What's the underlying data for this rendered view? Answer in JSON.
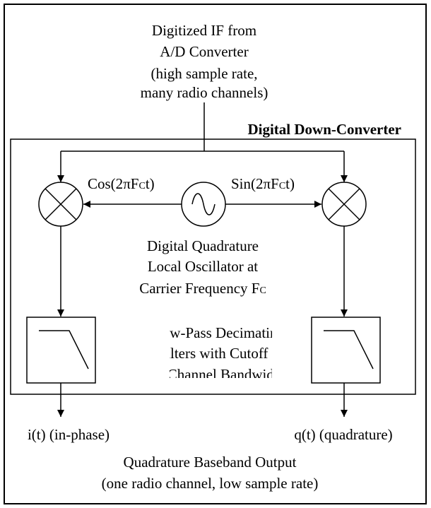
{
  "input": {
    "line1": "Digitized IF from",
    "line2": "A/D Converter",
    "line3": "(high sample rate,",
    "line4": "many radio channels)"
  },
  "ddc": {
    "title": "Digital Down-Converter"
  },
  "oscillator": {
    "cos": {
      "prefix": "Cos(2",
      "pi": "π",
      "f": "F",
      "sub": "C",
      "suffix": "t)"
    },
    "sin": {
      "prefix": "Sin(2",
      "pi": "π",
      "f": "F",
      "sub": "C",
      "suffix": "t)"
    },
    "desc_line1": "Digital Quadrature",
    "desc_line2": "Local Oscillator at",
    "desc_line3": "Carrier Frequency F",
    "desc_sub": "C"
  },
  "filters": {
    "line1": "Low-Pass Decimating",
    "line2": "Filters with Cutoff =",
    "line3": "½ Channel Bandwidth"
  },
  "outputs": {
    "i_label": "i(t) (in-phase)",
    "q_label": "q(t) (quadrature)",
    "caption_line1": "Quadrature Baseband Output",
    "caption_line2": "(one radio channel, low sample rate)"
  }
}
